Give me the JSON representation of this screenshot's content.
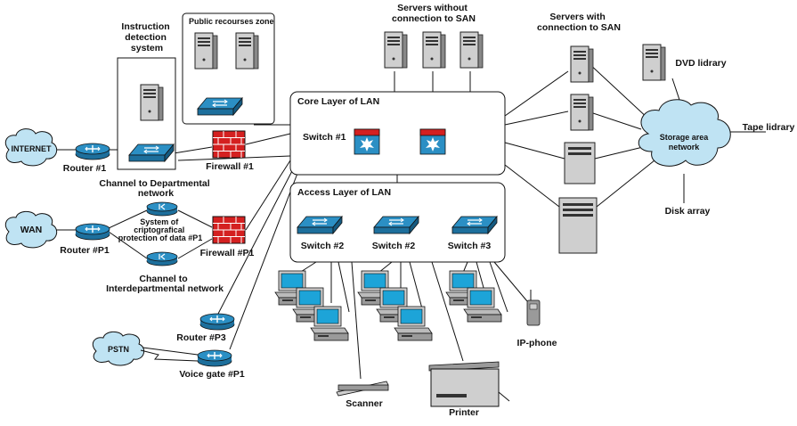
{
  "clouds": {
    "internet": "INTERNET",
    "wan": "WAN",
    "pstn": "PSTN",
    "san": "Storage area network"
  },
  "zones": {
    "ids": "Instruction detection system",
    "public": "Public recourses zone",
    "core": "Core Layer of LAN",
    "access": "Access Layer of LAN",
    "servers_no_san": "Servers without connection to SAN",
    "servers_san": "Servers with connection to SAN"
  },
  "devices": {
    "router1": "Router #1",
    "routerp1": "Router #P1",
    "routerp3": "Router #P3",
    "voice_gate": "Voice gate #P1",
    "firewall1": "Firewall #1",
    "firewallp1": "Firewall #P1",
    "core_switch": "Switch #1",
    "switch2a": "Switch #2",
    "switch2b": "Switch #2",
    "switch3": "Switch #3",
    "crypto": "System of criptografical protection of data #P1",
    "channel_dept": "Channel to Departmental network",
    "channel_interdept": "Channel to Interdepartmental network",
    "dvd": "DVD lidrary",
    "tape": "Tape lidrary",
    "disk": "Disk array",
    "ip_phone": "IP-phone",
    "scanner": "Scanner",
    "printer": "Printer"
  },
  "colors": {
    "device_blue": "#2b8fc4",
    "firewall_red": "#d42020",
    "cloud_fill": "#bfe3f3",
    "server_gray": "#b8b8b8",
    "screen_blue": "#1da4d8"
  }
}
